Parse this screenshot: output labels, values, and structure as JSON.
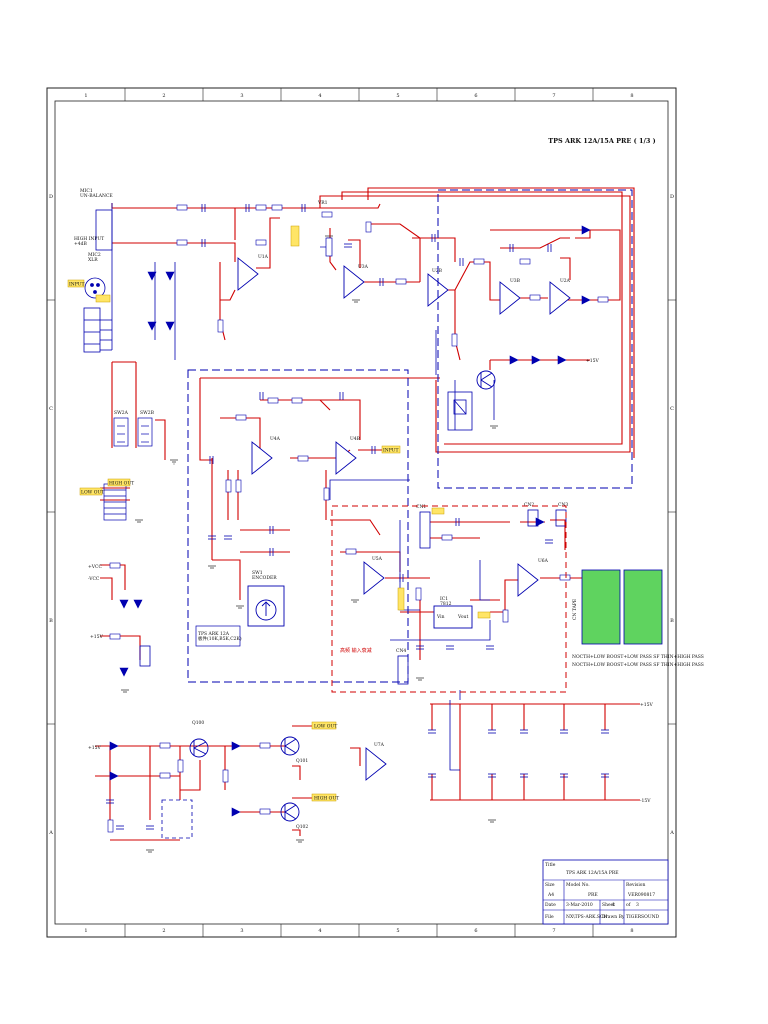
{
  "sheet": {
    "title": "TPS ARK 12A/15A PRE ( 1/3 )",
    "col_labels": [
      "1",
      "2",
      "3",
      "4",
      "5",
      "6",
      "7",
      "8"
    ],
    "row_labels": [
      "D",
      "C",
      "B",
      "A"
    ]
  },
  "title_block": {
    "title_label": "Title",
    "title_value": "TPS ARK 12A/15A PRE",
    "size_label": "Size",
    "size_value": "A4",
    "model_label": "Model No.",
    "model_value": "PRE",
    "revision_label": "Revision",
    "revision_value": "VER090817",
    "date_label": "Date",
    "date_value": "3-Mar-2010",
    "sheet_label": "Sheet",
    "sheet_value": "1",
    "of_label": "of",
    "of_value": "3",
    "file_label": "File",
    "file_value": "NX\\TPS-ARK.SCH",
    "drawn_label": "Drawn By",
    "drawn_value": "TIGERSOUND"
  },
  "connectors": {
    "mic1": "MIC1\nUN-BALANCE",
    "mic2": "MIC2\nXLR",
    "hi_input": "HIGH INPUT\n+4dB",
    "input": "INPUT",
    "low_out": "LOW OUT",
    "high_out": "HIGH OUT",
    "low_out_2": "LOW OUT",
    "high_out_2": "HIGH OUT",
    "input_2": "INPUT",
    "pvcc": "+VCC",
    "nvcc": "-VCC",
    "vp15": "+15V",
    "vn15": "-15V"
  },
  "parts": {
    "u1a": "U1A",
    "u2a": "U2A",
    "u2b": "U2B",
    "u3a": "U3A",
    "u3b": "U3B",
    "u4a": "U4A",
    "u4b": "U4B",
    "u5a": "U5A",
    "u6a": "U6A",
    "u7a": "U7A",
    "q100": "Q100",
    "q101": "Q101",
    "q102": "Q102",
    "sw1": "SW1\nENCODER",
    "sw2a": "SW2A",
    "sw2b": "SW2B",
    "ic1": "IC1\n7812",
    "rv1": "VR1",
    "cn1": "CN1",
    "cn2": "CN2",
    "cn3": "CN3",
    "cn4": "CN4",
    "ntc": "NOCTH+LOW BOOST+LOW PASS  SF THIN+HIGH PASS",
    "ntc2": "NOCTH+LOW BOOST+LOW PASS  SF THIN+HIGH PASS",
    "box_note": "TPS ARK 12A\n板件(10K,B5K,C2K)",
    "cn_tape": "CN TAPE",
    "hf_label": "高频 输入衰减"
  }
}
